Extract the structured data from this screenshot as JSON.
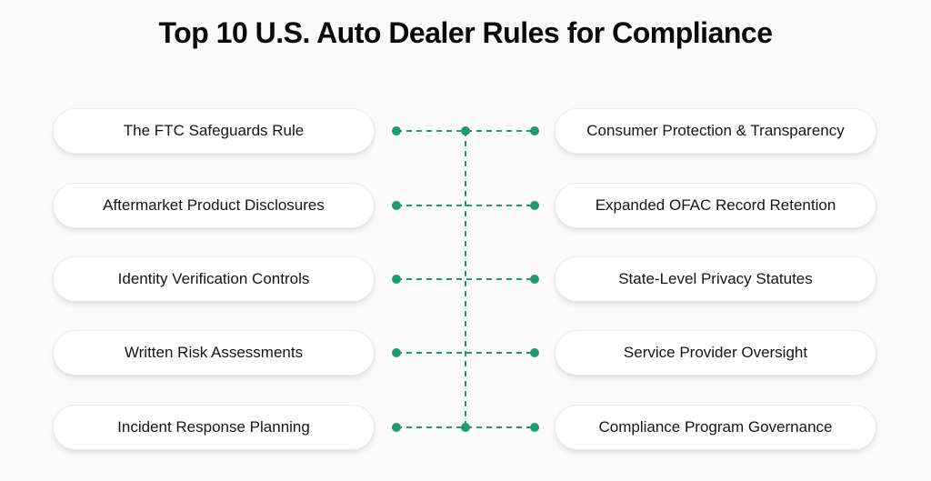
{
  "title": "Top 10 U.S. Auto Dealer Rules for Compliance",
  "colors": {
    "accent": "#1f9a6e",
    "background": "#fbfbfb",
    "card": "#ffffff",
    "text": "#151515"
  },
  "left_items": [
    {
      "label": "The FTC Safeguards Rule"
    },
    {
      "label": "Aftermarket Product Disclosures"
    },
    {
      "label": "Identity Verification Controls"
    },
    {
      "label": "Written Risk Assessments"
    },
    {
      "label": "Incident Response Planning"
    }
  ],
  "right_items": [
    {
      "label": "Consumer Protection & Transparency"
    },
    {
      "label": "Expanded OFAC Record Retention"
    },
    {
      "label": "State-Level Privacy Statutes"
    },
    {
      "label": "Service Provider Oversight"
    },
    {
      "label": "Compliance Program Governance"
    }
  ]
}
